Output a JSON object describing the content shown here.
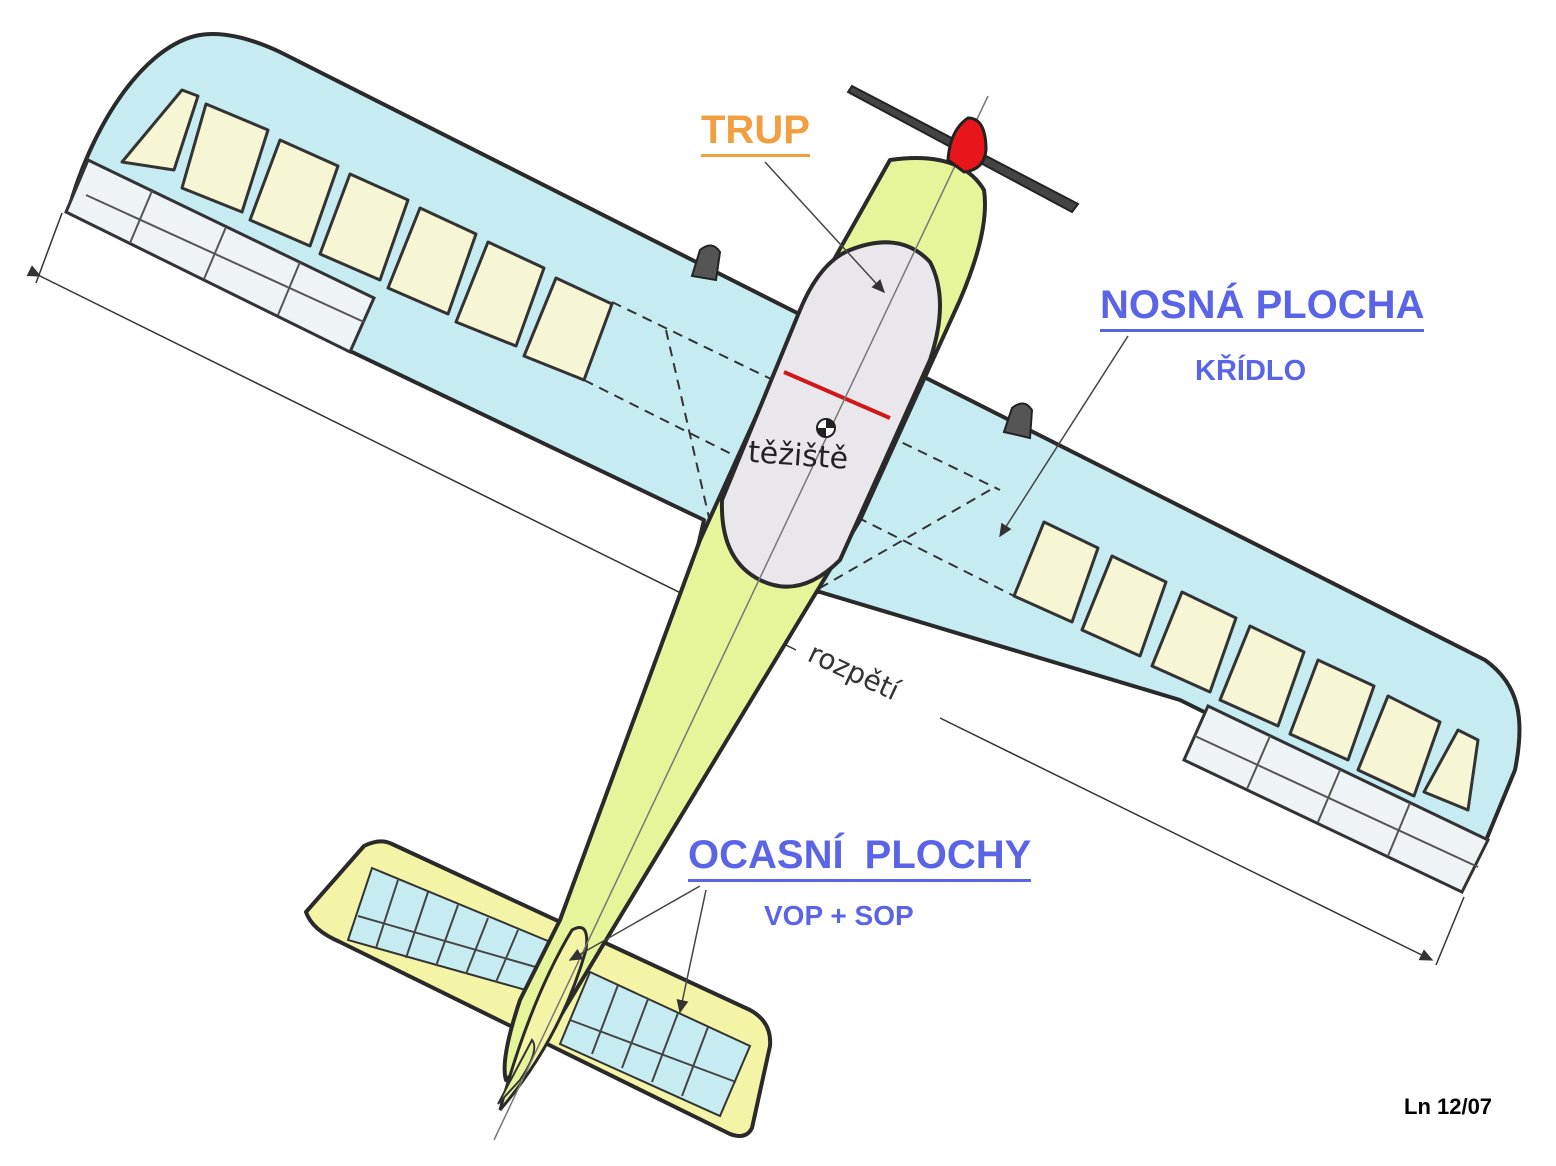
{
  "labels": {
    "trup": "TRUP",
    "nosna_plocha": "NOSNÁ PLOCHA",
    "kridlo": "KŘÍDLO",
    "ocasni_plochy": "OCASNÍ  PLOCHY",
    "vop_sop": "VOP + SOP",
    "teziste": "těžiště",
    "rozpeti": "rozpětí",
    "code": "Ln 12/07"
  },
  "colors": {
    "accent_orange": "#f0a040",
    "accent_blue": "#5a64e6",
    "wing_fill": "#c6ecf2",
    "fuselage_fill": "#e6f59a",
    "canopy_fill": "#e9e6ec",
    "cell_fill": "#f6f6d4",
    "aileron_fill": "#f0f4f6",
    "tail_fill": "#f4f4a6",
    "spinner": "#e8151a",
    "outline": "#2a2a2a"
  }
}
